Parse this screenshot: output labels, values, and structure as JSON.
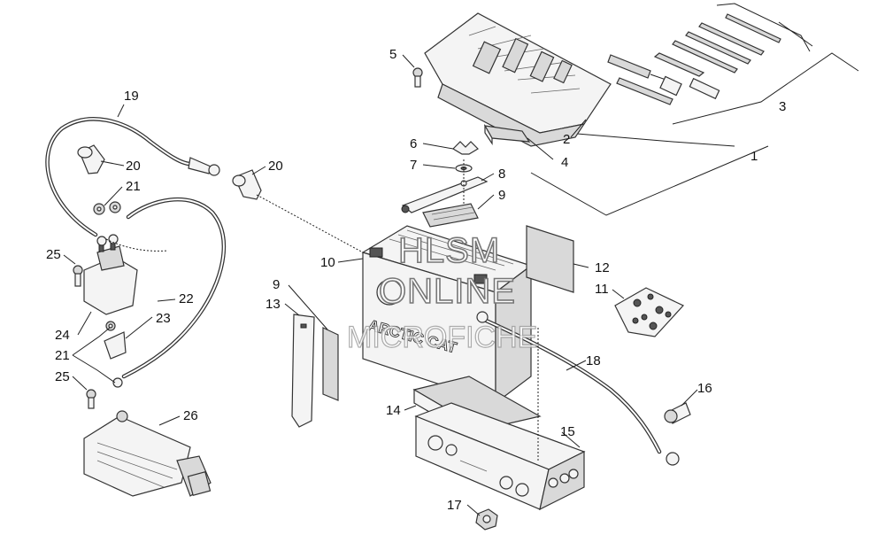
{
  "callouts": [
    {
      "id": "c1",
      "label": "1"
    },
    {
      "id": "c2",
      "label": "2"
    },
    {
      "id": "c3",
      "label": "3"
    },
    {
      "id": "c4",
      "label": "4"
    },
    {
      "id": "c5",
      "label": "5"
    },
    {
      "id": "c6",
      "label": "6"
    },
    {
      "id": "c7",
      "label": "7"
    },
    {
      "id": "c8",
      "label": "8"
    },
    {
      "id": "c9a",
      "label": "9"
    },
    {
      "id": "c9b",
      "label": "9"
    },
    {
      "id": "c10",
      "label": "10"
    },
    {
      "id": "c11",
      "label": "11"
    },
    {
      "id": "c12",
      "label": "12"
    },
    {
      "id": "c13",
      "label": "13"
    },
    {
      "id": "c14",
      "label": "14"
    },
    {
      "id": "c15",
      "label": "15"
    },
    {
      "id": "c16",
      "label": "16"
    },
    {
      "id": "c17",
      "label": "17"
    },
    {
      "id": "c18",
      "label": "18"
    },
    {
      "id": "c19",
      "label": "19"
    },
    {
      "id": "c20a",
      "label": "20"
    },
    {
      "id": "c20b",
      "label": "20"
    },
    {
      "id": "c21a",
      "label": "21"
    },
    {
      "id": "c21b",
      "label": "21"
    },
    {
      "id": "c22",
      "label": "22"
    },
    {
      "id": "c23",
      "label": "23"
    },
    {
      "id": "c24",
      "label": "24"
    },
    {
      "id": "c25a",
      "label": "25"
    },
    {
      "id": "c25b",
      "label": "25"
    },
    {
      "id": "c26",
      "label": "26"
    }
  ],
  "watermark": {
    "line1": "HLSM",
    "line2": "ONLINE",
    "line3": "MICROFICHE"
  },
  "battery_logo": "ARCTIC CAT"
}
